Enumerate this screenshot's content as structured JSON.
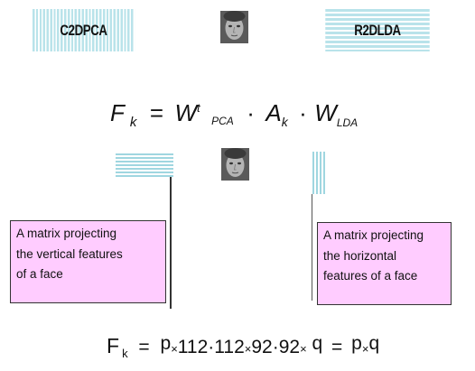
{
  "banners": {
    "left_label": "C2DPCA",
    "right_label": "R2DLDA"
  },
  "icons": {
    "top_face": "face-photo-icon",
    "middle_face": "face-photo-icon"
  },
  "formula": {
    "lhs": "F",
    "lhs_sub": "k",
    "equals": "=",
    "w1": "W",
    "w1_sup": "t",
    "w1_sub": "PCA",
    "dot1": "·",
    "a": "A",
    "a_sub": "k",
    "dot2": "·",
    "w2": "W",
    "w2_sub": "LDA"
  },
  "callouts": {
    "left": {
      "line1": "A matrix projecting",
      "line2": "the vertical features",
      "line3": "of a face"
    },
    "right": {
      "line1": "A matrix projecting",
      "line2": "the horizontal",
      "line3": "features of a face"
    }
  },
  "bottom_formula": {
    "lhs": "F",
    "lhs_sub": "k",
    "eq1": "=",
    "p1": "p",
    "x1": "×",
    "n1": "112",
    "d1": "·",
    "n2": "112",
    "x2": "×",
    "n3": "92",
    "d2": "·",
    "n4": "92",
    "x3": "×",
    "q1": "q",
    "eq2": "=",
    "p2": "p",
    "x4": "×",
    "q2": "q"
  },
  "colors": {
    "stripe": "#b9e3ea",
    "callout_fill": "#ffccff",
    "face_gray": "#8a8a8a"
  }
}
